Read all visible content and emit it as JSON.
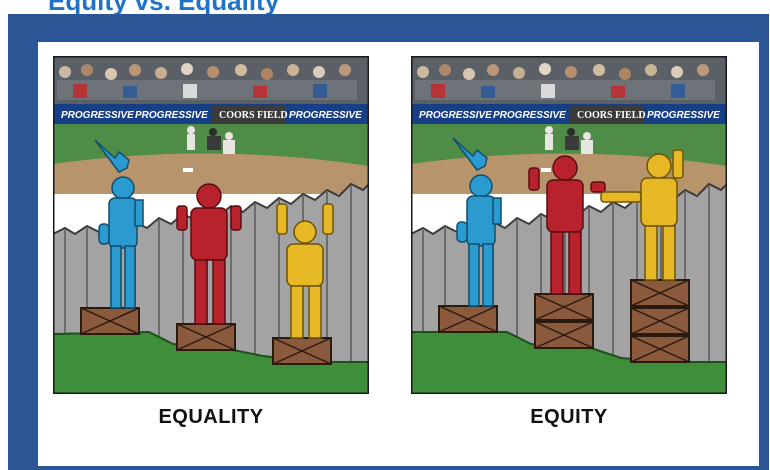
{
  "header": {
    "title_fragment": "Equity vs. Equality"
  },
  "panels": [
    {
      "label": "EQUALITY",
      "signs": [
        "PROGRESSIVE",
        "PROGRESSIVE",
        "COORS FIELD",
        "PROGRESSIVE"
      ],
      "crates_per_child": [
        1,
        1,
        1
      ]
    },
    {
      "label": "EQUITY",
      "signs": [
        "PROGRESSIVE",
        "PROGRESSIVE",
        "COORS FIELD",
        "PROGRESSIVE"
      ],
      "crates_per_child": [
        1,
        2,
        3
      ]
    }
  ],
  "colors": {
    "frame": "#2b5595",
    "child_blue": "#2a9ad0",
    "child_red": "#b8222c",
    "child_yellow": "#e6b826",
    "crate": "#8b5a3c",
    "fence": "#9a9a9a",
    "grass": "#3f8f3a"
  }
}
